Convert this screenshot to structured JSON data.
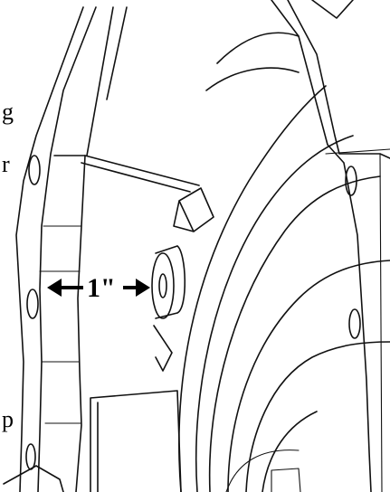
{
  "diagram": {
    "dimension_label": "1\"",
    "edge_fragments": [
      "g",
      "r",
      "p"
    ],
    "colors": {
      "line": "#111111",
      "background": "#ffffff"
    }
  }
}
